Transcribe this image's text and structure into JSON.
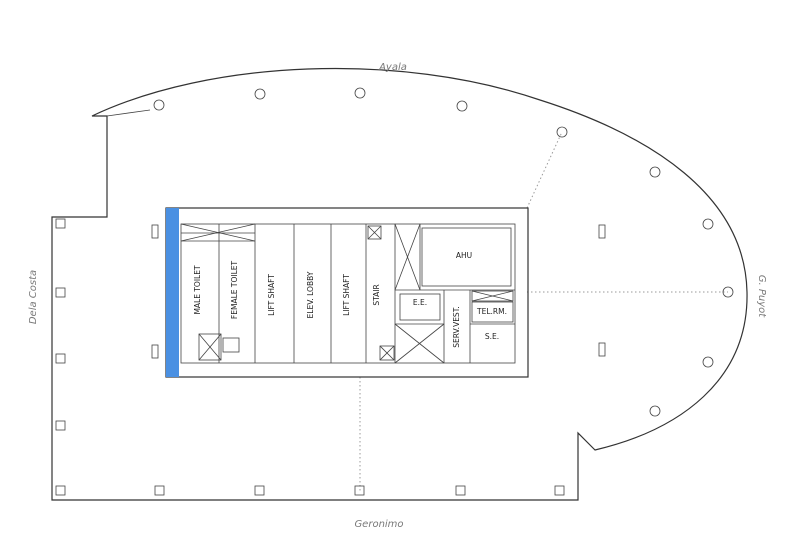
{
  "streets": {
    "top": "Ayala",
    "left": "Dela Costa",
    "right": "G. Puyot",
    "bottom": "Geronimo"
  },
  "rooms": {
    "male_toilet": "MALE TOILET",
    "female_toilet": "FEMALE TOILET",
    "lift_shaft_1": "LIFT SHAFT",
    "elev_lobby": "ELEV. LOBBY",
    "lift_shaft_2": "LIFT SHAFT",
    "stair": "STAIR",
    "ahu": "AHU",
    "ee": "E.E.",
    "serv_vest": "SERV.VEST.",
    "tel_rm": "TEL.RM.",
    "se": "S.E."
  },
  "colors": {
    "facade_highlight": "#4a90e2",
    "linework": "#333333",
    "street_label": "#7a7a7a"
  }
}
